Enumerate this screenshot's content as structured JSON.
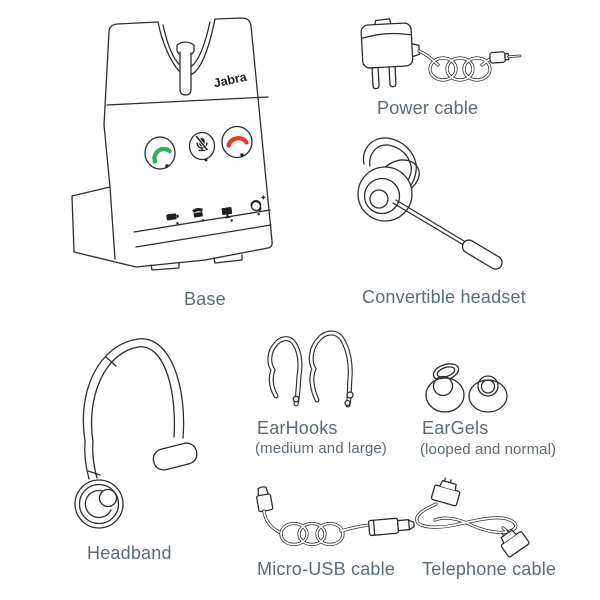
{
  "colors": {
    "background": "#ffffff",
    "line_art": "#2e2e2e",
    "label_text": "#5d6b73",
    "logo_text": "#1f1f1f",
    "answer_green": "#33ae63",
    "end_call_red": "#e03b30"
  },
  "items": {
    "base": {
      "label": "Base",
      "logo": "Jabra",
      "buttons": [
        "answer-call",
        "mute-microphone",
        "end-call"
      ],
      "indicators": [
        "battery",
        "desk-phone",
        "computer",
        "headset-pairing"
      ]
    },
    "power_cable": {
      "label": "Power cable"
    },
    "convertible_headset": {
      "label": "Convertible headset"
    },
    "headband": {
      "label": "Headband"
    },
    "earhooks": {
      "label": "EarHooks",
      "sublabel": "(medium and large)"
    },
    "eargels": {
      "label": "EarGels",
      "sublabel": "(looped and normal)"
    },
    "micro_usb_cable": {
      "label": "Micro-USB cable"
    },
    "telephone_cable": {
      "label": "Telephone cable"
    }
  }
}
